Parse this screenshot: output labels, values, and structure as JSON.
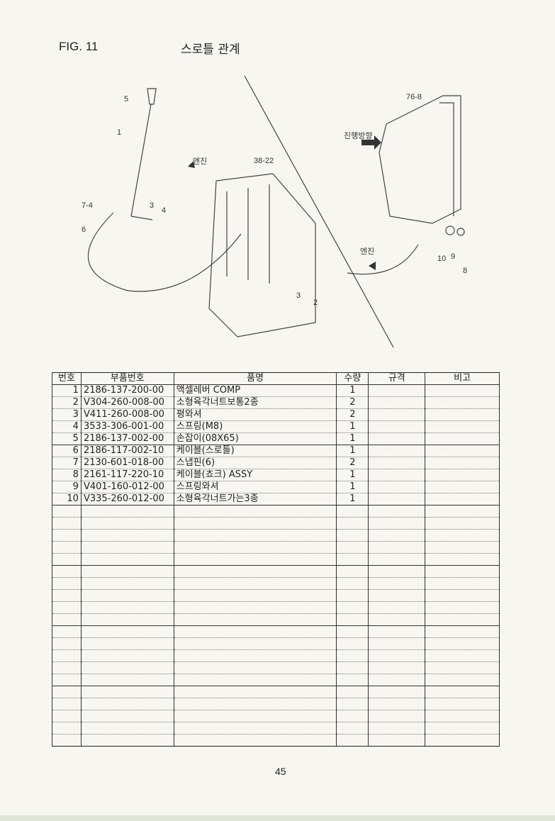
{
  "header": {
    "fig": "FIG. 11",
    "title": "스로틀 관계"
  },
  "diagram": {
    "labels": [
      "5",
      "1",
      "7-4",
      "6",
      "3",
      "4",
      "엔진",
      "38-22",
      "76-8",
      "진행방향",
      "엔진",
      "10",
      "9",
      "8",
      "3",
      "2"
    ]
  },
  "table": {
    "headers": [
      "번호",
      "부품번호",
      "품명",
      "수량",
      "규격",
      "비고"
    ],
    "rows": [
      {
        "no": "1",
        "part": "2186-137-200-00",
        "name": "액셀레버 COMP",
        "qty": "1"
      },
      {
        "no": "2",
        "part": "V304-260-008-00",
        "name": "소형육각너트보통2종",
        "qty": "2"
      },
      {
        "no": "3",
        "part": "V411-260-008-00",
        "name": "평와셔",
        "qty": "2"
      },
      {
        "no": "4",
        "part": "3533-306-001-00",
        "name": "스프링(M8)",
        "qty": "1"
      },
      {
        "no": "5",
        "part": "2186-137-002-00",
        "name": "손잡이(08X65)",
        "qty": "1"
      },
      {
        "no": "6",
        "part": "2186-117-002-10",
        "name": "케이블(스로틀)",
        "qty": "1"
      },
      {
        "no": "7",
        "part": "2130-601-018-00",
        "name": "스냅핀(6)",
        "qty": "2"
      },
      {
        "no": "8",
        "part": "2161-117-220-10",
        "name": "케이블(쵸크) ASSY",
        "qty": "1"
      },
      {
        "no": "9",
        "part": "V401-160-012-00",
        "name": "스프링와셔",
        "qty": "1"
      },
      {
        "no": "10",
        "part": "V335-260-012-00",
        "name": "소형육각너트가는3종",
        "qty": "1"
      }
    ]
  },
  "footer": {
    "page": "45"
  }
}
